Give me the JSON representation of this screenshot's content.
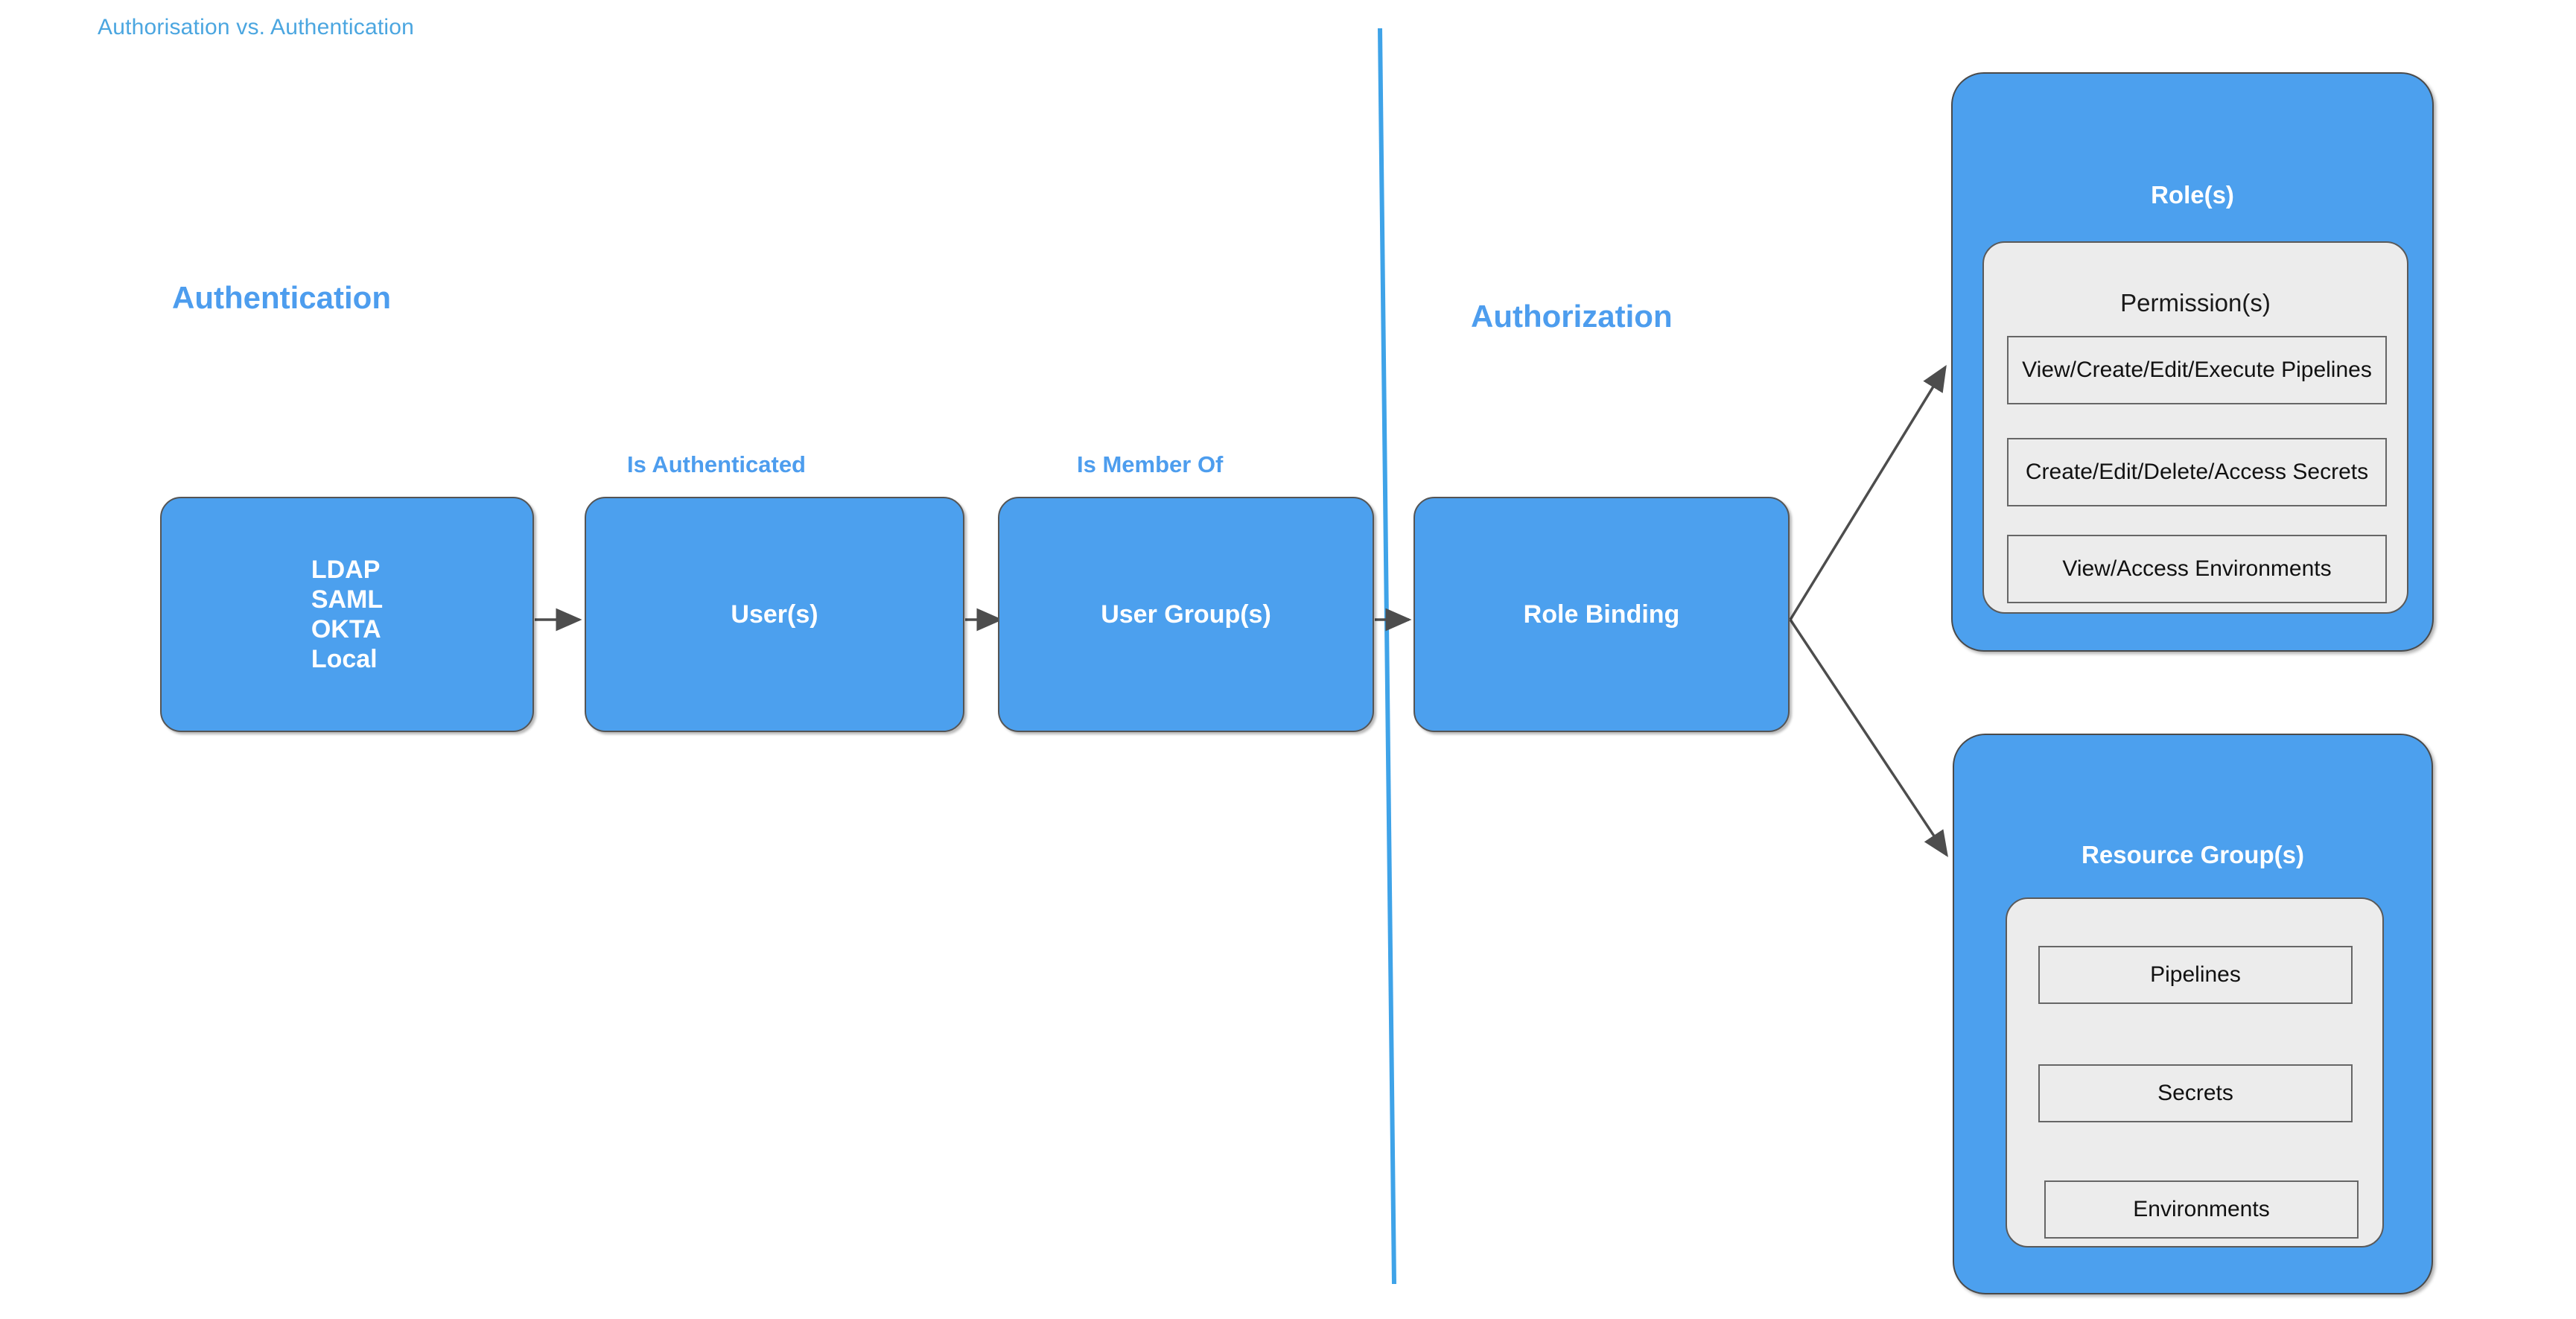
{
  "title": "Authorisation vs. Authentication",
  "sections": {
    "authentication_label": "Authentication",
    "authorization_label": "Authorization"
  },
  "edge_labels": {
    "is_authenticated": "Is Authenticated",
    "is_member_of": "Is Member Of"
  },
  "nodes": {
    "providers": {
      "lines": [
        "LDAP",
        "SAML",
        "OKTA",
        "Local"
      ]
    },
    "users": {
      "label": "User(s)"
    },
    "user_groups": {
      "label": "User Group(s)"
    },
    "role_binding": {
      "label": "Role Binding"
    }
  },
  "groups": {
    "roles": {
      "title": "Role(s)",
      "panel_title": "Permission(s)",
      "items": [
        "View/Create/Edit/Execute Pipelines",
        "Create/Edit/Delete/Access Secrets",
        "View/Access Environments"
      ]
    },
    "resource_groups": {
      "title": "Resource Group(s)",
      "items": [
        "Pipelines",
        "Secrets",
        "Environments"
      ]
    }
  },
  "colors": {
    "node_blue": "#4CA0EE",
    "label_blue": "#4D9DEE",
    "title_blue": "#4BA6E0",
    "panel_grey": "#ECECEC",
    "border_grey": "#555555",
    "divider_blue": "#3FA3E8",
    "arrow_grey": "#4D4D4D"
  }
}
